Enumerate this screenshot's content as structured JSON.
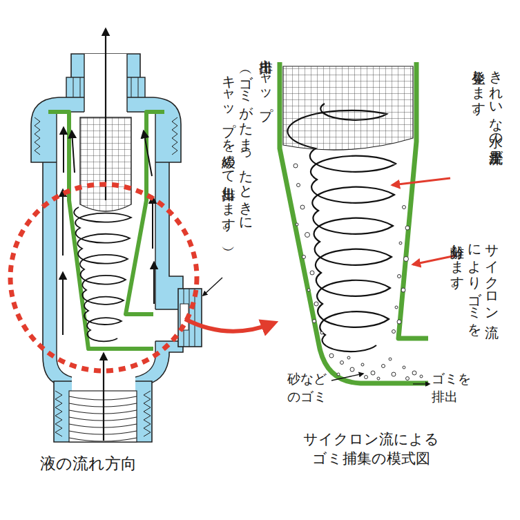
{
  "diagram": {
    "labels": [
      "排出キャップ",
      "（ゴミがたまったときに キャップを緩めて排出します。）",
      "きれいな水の上昇流が 発生します。",
      "サイクロン流 によりゴミを 分離します。",
      "砂など のゴミ",
      "ゴミを 排出",
      "液の流れ方向",
      "サイクロン流による ゴミ捕集の模式図"
    ]
  }
}
